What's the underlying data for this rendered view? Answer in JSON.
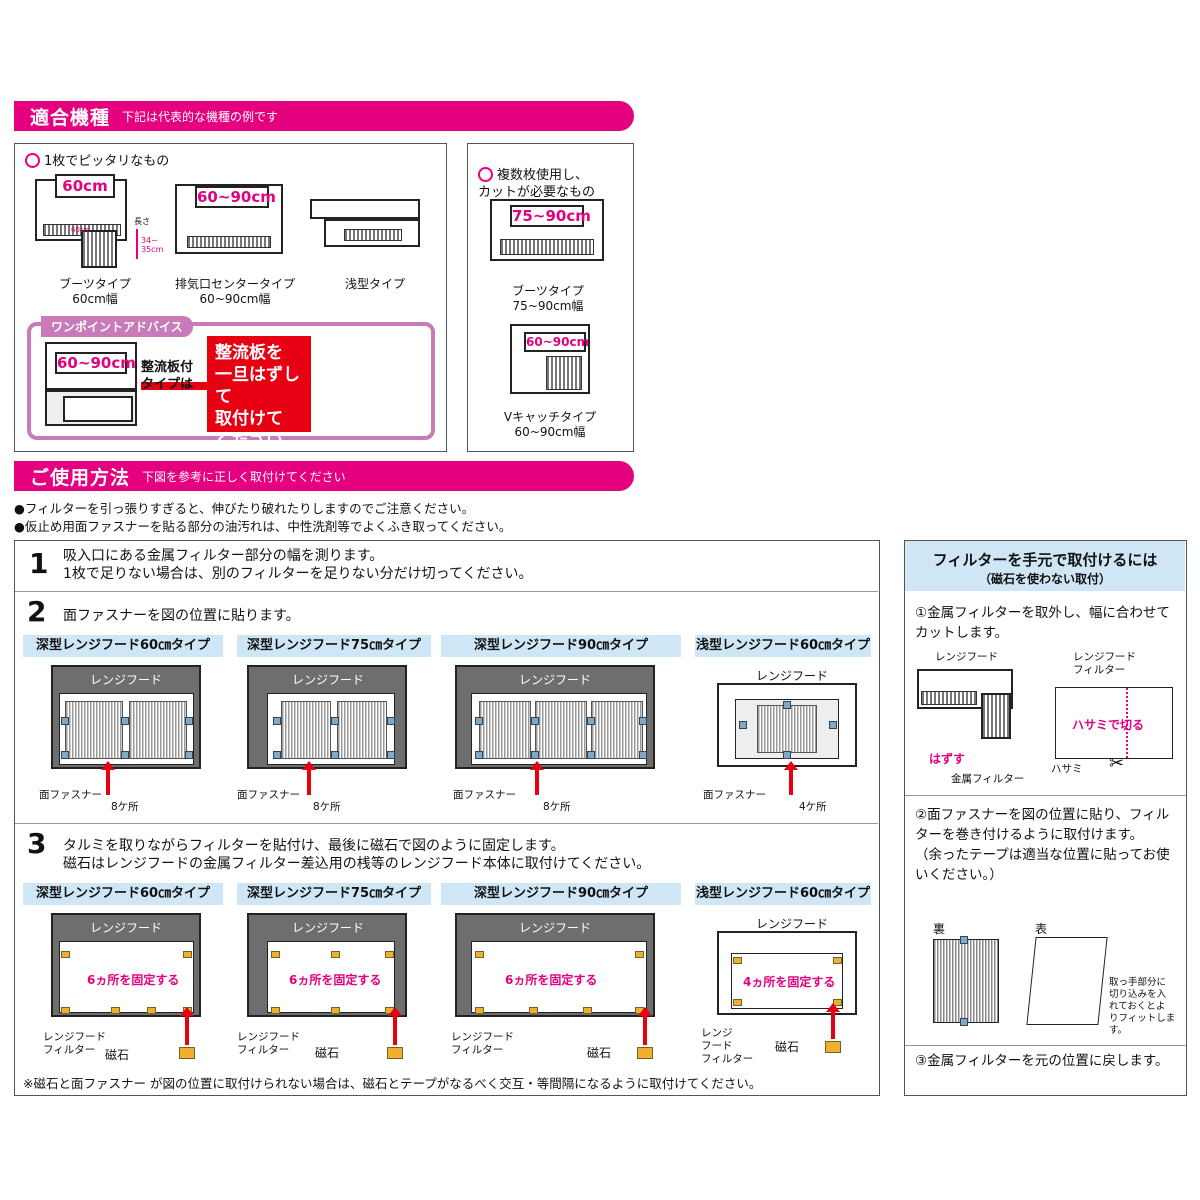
{
  "fit": {
    "banner_title": "適合機種",
    "banner_sub": "下記は代表的な機種の例です",
    "single_heading": "1枚でピッタリなもの",
    "multi_heading": "複数枚使用し、\nカットが必要なもの",
    "types": [
      {
        "dim": "60cm",
        "name": "ブーツタイプ",
        "width": "60cm幅",
        "dim_inner": "60cm",
        "length_label": "長さ",
        "length_value": "34~\n35cm"
      },
      {
        "dim": "60~90cm",
        "name": "排気口センタータイプ",
        "width": "60~90cm幅"
      },
      {
        "name": "浅型タイプ"
      }
    ],
    "multi_types": [
      {
        "dim": "75~90cm",
        "name": "ブーツタイプ",
        "width": "75~90cm幅"
      },
      {
        "dim": "60~90cm",
        "name": "Vキャッチタイプ",
        "width": "60~90cm幅"
      }
    ],
    "advice": {
      "title": "ワンポイントアドバイス",
      "dim": "60~90cm",
      "label": "整流板付\nタイプは",
      "message": "整流板を\n一旦はずして\n取付けて\nください"
    }
  },
  "usage": {
    "banner_title": "ご使用方法",
    "banner_sub": "下図を参考に正しく取付けてください",
    "notes": [
      "●フィルターを引っ張りすぎると、伸びたり破れたりしますのでご注意ください。",
      "●仮止め用面ファスナーを貼る部分の油汚れは、中性洗剤等でよくふき取ってください。"
    ],
    "step1_num": "1",
    "step1_text": "吸入口にある金属フィルター部分の幅を測ります。\n1枚で足りない場合は、別のフィルターを足りない分だけ切ってください。",
    "step2_num": "2",
    "step2_text": "面ファスナーを図の位置に貼ります。",
    "step3_num": "3",
    "step3_text": "タルミを取りながらフィルターを貼付け、最後に磁石で図のように固定します。\n磁石はレンジフードの金属フィルター差込用の桟等のレンジフード本体に取付けてください。",
    "type_heads": [
      "深型レンジフード60㎝タイプ",
      "深型レンジフード75㎝タイプ",
      "深型レンジフード90㎝タイプ",
      "浅型レンジフード60㎝タイプ"
    ],
    "hood_label": "レンジフード",
    "fastener_label": "面ファスナー",
    "count_8": "8ケ所",
    "count_4": "4ケ所",
    "fix6": "6ヵ所を固定する",
    "fix4": "4ヵ所を固定する",
    "filter_label": "レンジフード\nフィルター",
    "filter_label_narrow": "レンジ\nフード\nフィルター",
    "magnet_label": "磁石",
    "footnote": "※磁石と面ファスナー が図の位置に取付けられない場合は、磁石とテープがなるべく交互・等間隔になるように取付けてください。"
  },
  "manual": {
    "title": "フィルターを手元で取付けるには",
    "subtitle": "（磁石を使わない取付）",
    "step1": "①金属フィルターを取外し、幅に合わせてカットします。",
    "hood_label": "レンジフード",
    "filter_label": "レンジフード\nフィルター",
    "cut_label": "ハサミで切る",
    "remove_label": "はずす",
    "metal_filter_label": "金属フィルター",
    "scissors_label": "ハサミ",
    "step2": "②面ファスナーを図の位置に貼り、フィルターを巻き付けるように取付けます。\n（余ったテープは適当な位置に貼ってお使いください。）",
    "back_label": "裏",
    "front_label": "表",
    "notch_note": "取っ手部分に\n切り込みを入\nれておくとよ\nりフィットしま\nす。",
    "step3": "③金属フィルターを元の位置に戻します。"
  },
  "colors": {
    "accent": "#e4007f",
    "advice": "#c87ab9",
    "red": "#e60012",
    "type_head": "#cfe6f6"
  }
}
